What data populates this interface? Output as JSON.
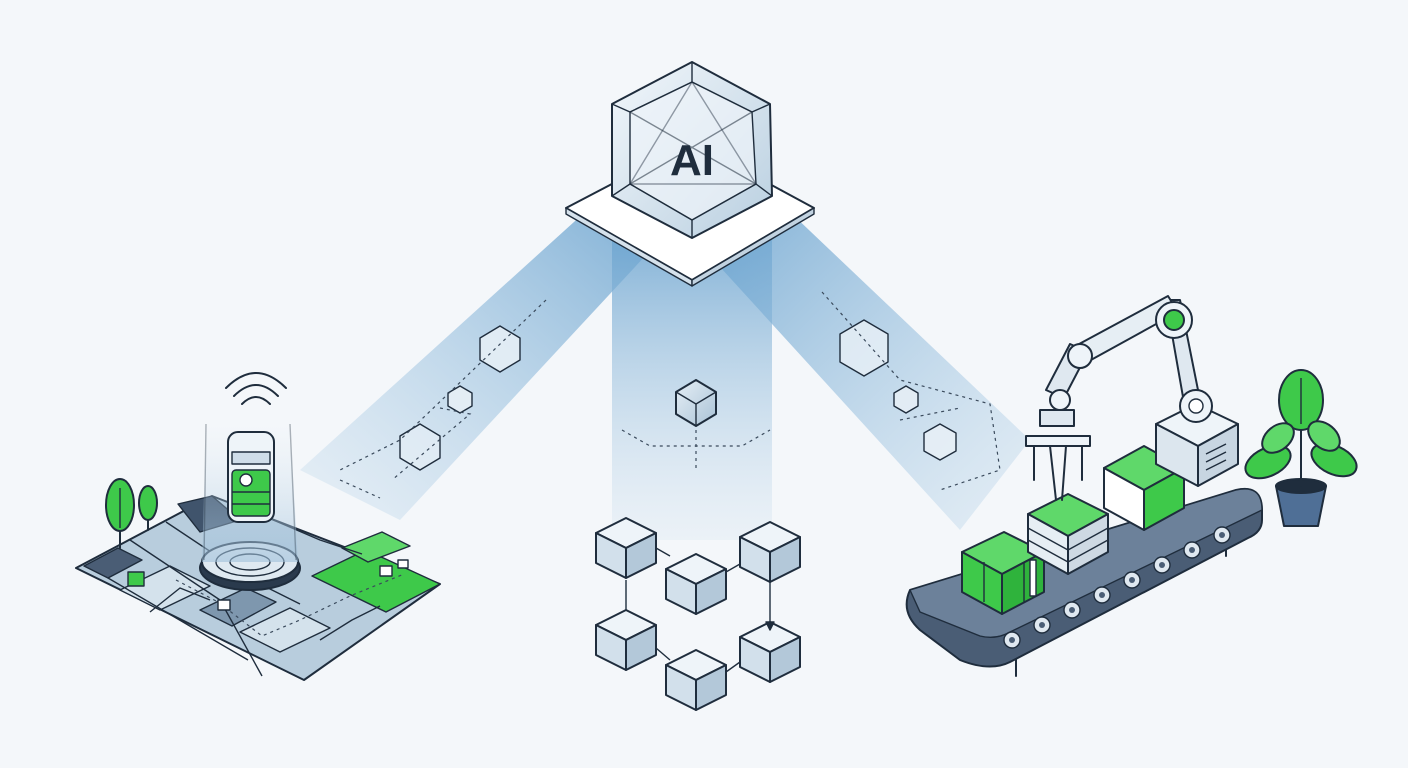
{
  "hub": {
    "label": "AI"
  },
  "colors": {
    "background": "#f4f7fa",
    "outline": "#1f2d3d",
    "accent_green": "#3ec94a",
    "beam_blue": "#7fb0d4",
    "slate": "#4a5d75",
    "glass": "#dce8f1"
  },
  "icons": [
    "ai-crystal-icon",
    "wireless-signal-icon",
    "location-tracker-icon",
    "tree-icon",
    "hexagon-data-icon",
    "cube-icon",
    "robot-arm-icon",
    "conveyor-belt-icon",
    "potted-plant-icon"
  ],
  "sections": [
    "logistics-map",
    "block-network",
    "smart-factory"
  ]
}
